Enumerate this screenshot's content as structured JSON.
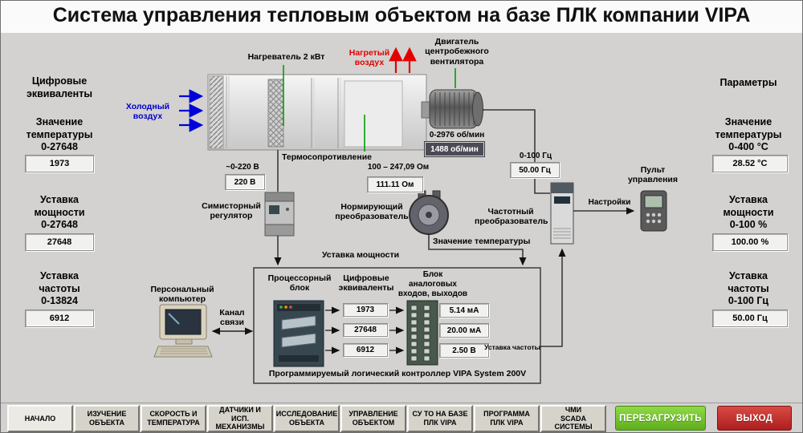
{
  "title": "Система управления тепловым объектом на базе ПЛК компании VIPA",
  "left_panel": {
    "heading": "Цифровые\nэквиваленты",
    "fields": [
      {
        "label": "Значение\nтемпературы\n0-27648",
        "value": "1973"
      },
      {
        "label": "Уставка\nмощности\n0-27648",
        "value": "27648"
      },
      {
        "label": "Уставка\nчастоты\n0-13824",
        "value": "6912"
      }
    ]
  },
  "right_panel": {
    "heading": "Параметры",
    "fields": [
      {
        "label": "Значение\nтемпературы\n0-400 °C",
        "value": "28.52 °C"
      },
      {
        "label": "Уставка\nмощности\n0-100 %",
        "value": "100.00 %"
      },
      {
        "label": "Уставка\nчастоты\n0-100 Гц",
        "value": "50.00 Гц"
      }
    ]
  },
  "diagram": {
    "heater_label": "Нагреватель 2 кВт",
    "hot_air_label": "Нагретый\nвоздух",
    "cold_air_label": "Холодный\nвоздух",
    "fan_motor_label": "Двигатель\nцентробежного\nвентилятора",
    "rpm_range_label": "0-2976 об/мин",
    "rpm_value": "1488 об/мин",
    "voltage_range_label": "~0-220 В",
    "voltage_value": "220 В",
    "thermo_label": "Термосопротивление",
    "resistance_range_label": "100 – 247,09 Ом",
    "resistance_value": "111.11 Ом",
    "freq_range_label": "0-100 Гц",
    "freq_value": "50.00 Гц",
    "triac_label": "Симисторный\nрегулятор",
    "normalizer_label": "Нормирующий\nпреобразователь",
    "freq_converter_label": "Частотный\nпреобразователь",
    "control_panel_label": "Пульт\nуправления",
    "settings_label": "Настройки",
    "temp_value_line_label": "Значение температуры",
    "power_setpoint_label": "Уставка мощности",
    "freq_setpoint_label": "Уставка частоты",
    "pc_label": "Персональный\nкомпьютер",
    "link_label": "Канал\nсвязи",
    "plc": {
      "cpu_label": "Процессорный\nблок",
      "digital_heading": "Цифровые\nэквиваленты",
      "digital_values": [
        "1973",
        "27648",
        "6912"
      ],
      "analog_heading": "Блок\nаналоговых\nвходов, выходов",
      "analog_values": [
        "5.14 мА",
        "20.00 мА",
        "2.50 В"
      ],
      "caption": "Программируемый логический контроллер VIPA System 200V"
    }
  },
  "nav": {
    "tabs": [
      "НАЧАЛО",
      "ИЗУЧЕНИЕ\nОБЪЕКТА",
      "СКОРОСТЬ И\nТЕМПЕРАТУРА",
      "ДАТЧИКИ И\nИСП. МЕХАНИЗМЫ",
      "ИССЛЕДОВАНИЕ\nОБЪЕКТА",
      "УПРАВЛЕНИЕ\nОБЪЕКТОМ",
      "СУ ТО НА БАЗЕ\nПЛК VIPA",
      "ПРОГРАММА\nПЛК VIPA",
      "ЧМИ\nSCADA СИСТЕМЫ"
    ],
    "reload_label": "ПЕРЕЗАГРУЗИТЬ",
    "exit_label": "ВЫХОД"
  },
  "colors": {
    "hot_air_arrow": "#e20000",
    "cold_air_arrow": "#0000cc",
    "pointer_line": "#00a000",
    "reload_button": "#63bb2b",
    "exit_button": "#bf2626"
  }
}
